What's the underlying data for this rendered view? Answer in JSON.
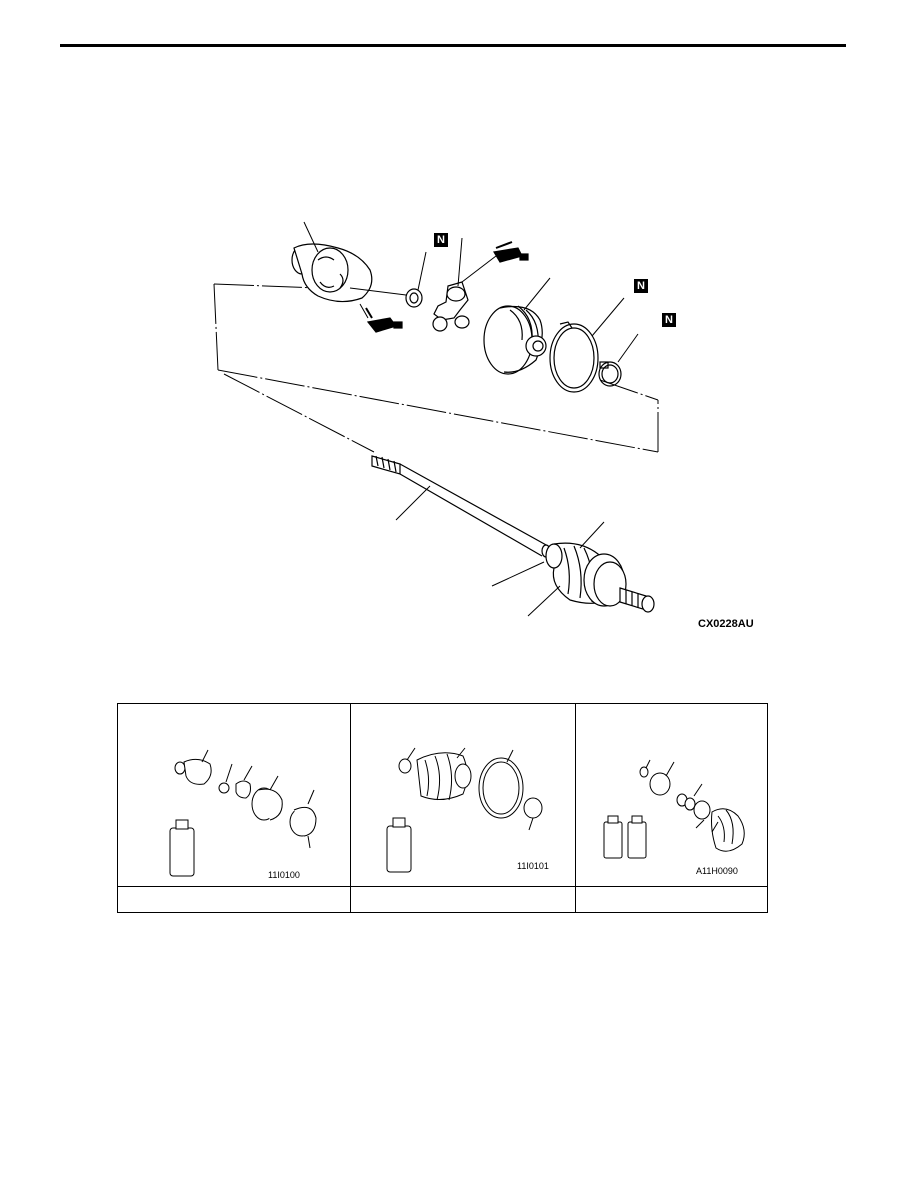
{
  "main_figure": {
    "code": "CX0228AU",
    "n_badges": [
      "N",
      "N",
      "N"
    ]
  },
  "kits": [
    {
      "code": "11I0100",
      "caption": ""
    },
    {
      "code": "11I0101",
      "caption": ""
    },
    {
      "code": "A11H0090",
      "caption": ""
    }
  ]
}
